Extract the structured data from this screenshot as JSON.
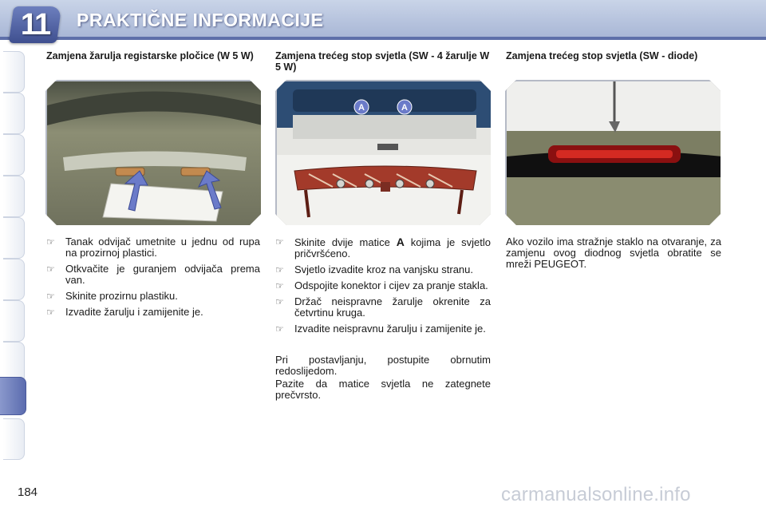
{
  "header": {
    "chapter_number": "11",
    "title": "PRAKTIČNE INFORMACIJE"
  },
  "columns": [
    {
      "title": "Zamjena žarulja registarske pločice (W 5 W)",
      "image_label": "",
      "bullets": [
        "Tanak odvijač umetnite u jednu od rupa na prozirnoj plastici.",
        "Otkvačite je guranjem odvijača prema van.",
        "Skinite prozirnu plastiku.",
        "Izvadite žarulju i zamijenite je."
      ]
    },
    {
      "title": "Zamjena trećeg stop svjetla (SW - 4 žarulje W 5 W)",
      "image_label": "A",
      "bullet1_before": "Skinite dvije matice ",
      "bullet1_bold": "A",
      "bullet1_after": " kojima je svjetlo pričvršćeno.",
      "bullets": [
        "Svjetlo izvadite kroz na vanjsku stranu.",
        "Odspojite konektor i cijev za pranje stakla.",
        "Držač neispravne žarulje okrenite za četvrtinu kruga.",
        "Izvadite neispravnu žarulju i zamijenite je."
      ],
      "paragraphs": [
        "Pri postavljanju, postupite obrnutim redoslijedom.",
        "Pazite da matice svjetla ne zategnete prečvrsto."
      ]
    },
    {
      "title": "Zamjena trećeg stop svjetla (SW - diode)",
      "paragraph": "Ako vozilo ima stražnje staklo na otvaranje, za zamjenu ovog diodnog svjetla obratite se mreži PEUGEOT."
    }
  ],
  "bullet_symbol": "☞",
  "page_number": "184",
  "watermark": "carmanualsonline.info",
  "colors": {
    "header_bg": "#b3c0dc",
    "accent": "#5e6fa9",
    "arrow": "#6b7bc9"
  }
}
